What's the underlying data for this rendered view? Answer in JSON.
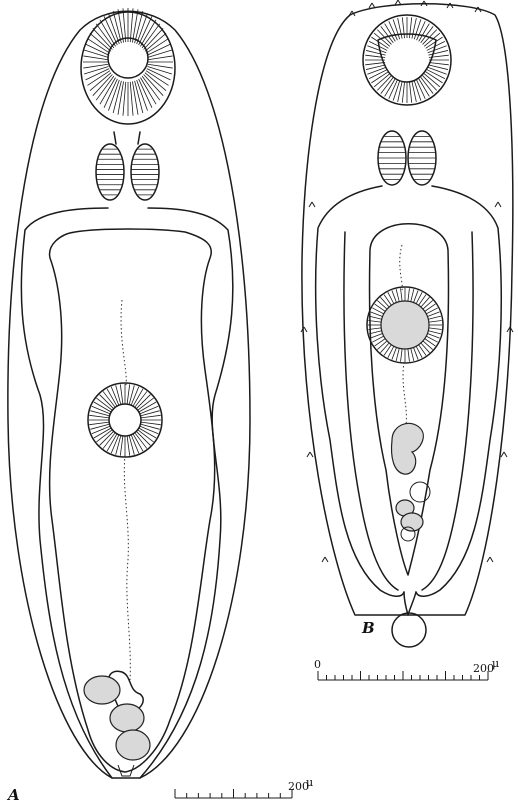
{
  "figures": [
    {
      "label": "A",
      "scale_bar": {
        "start_label": "",
        "end_label": "200",
        "unit": "μ"
      }
    },
    {
      "label": "B",
      "scale_bar": {
        "start_label": "0",
        "end_label": "200",
        "unit": "μ"
      }
    }
  ]
}
